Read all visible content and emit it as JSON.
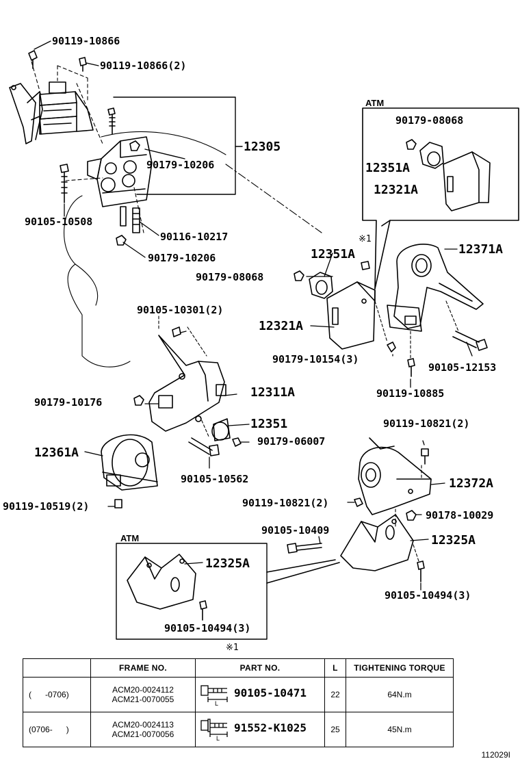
{
  "labels": {
    "p90119_10866": "90119-10866",
    "p90119_10866_2": "90119-10866(2)",
    "p12305": "12305",
    "p90179_10206_a": "90179-10206",
    "p90105_10508": "90105-10508",
    "p90116_10217": "90116-10217",
    "p90179_10206_b": "90179-10206",
    "atm_top": "ATM",
    "p90179_08068_atm": "90179-08068",
    "p12351A_atm": "12351A",
    "p12321A_atm": "12321A",
    "note1": "※1",
    "p12351A": "12351A",
    "p12371A": "12371A",
    "p90179_08068": "90179-08068",
    "p12321A": "12321A",
    "p90179_10154_3": "90179-10154(3)",
    "p90105_12153": "90105-12153",
    "p90119_10885": "90119-10885",
    "p90105_10301_2": "90105-10301(2)",
    "p12311A": "12311A",
    "p90179_10176": "90179-10176",
    "p12351": "12351",
    "p90179_06007": "90179-06007",
    "p12361A": "12361A",
    "p90105_10562": "90105-10562",
    "p90119_10519_2": "90119-10519(2)",
    "p90119_10821_2a": "90119-10821(2)",
    "p12372A": "12372A",
    "p90119_10821_2b": "90119-10821(2)",
    "p90178_10029": "90178-10029",
    "p90105_10409": "90105-10409",
    "p12325A": "12325A",
    "p90105_10494_3": "90105-10494(3)",
    "atm_bottom": "ATM",
    "p12325A_atm": "12325A",
    "p90105_10494_3_atm": "90105-10494(3)",
    "table_note": "※1"
  },
  "table": {
    "headers": [
      "",
      "FRAME NO.",
      "PART NO.",
      "L",
      "TIGHTENING TORQUE"
    ],
    "rows": [
      {
        "period": "(      -0706)",
        "frame1": "ACM20-0024112",
        "frame2": "ACM21-0070055",
        "part": "90105-10471",
        "l": "22",
        "torque": "64N.m"
      },
      {
        "period": "(0706-      )",
        "frame1": "ACM20-0024113",
        "frame2": "ACM21-0070056",
        "part": "91552-K1025",
        "l": "25",
        "torque": "45N.m"
      }
    ],
    "bolt_dim_label": "L"
  },
  "doc_id": "112029I"
}
